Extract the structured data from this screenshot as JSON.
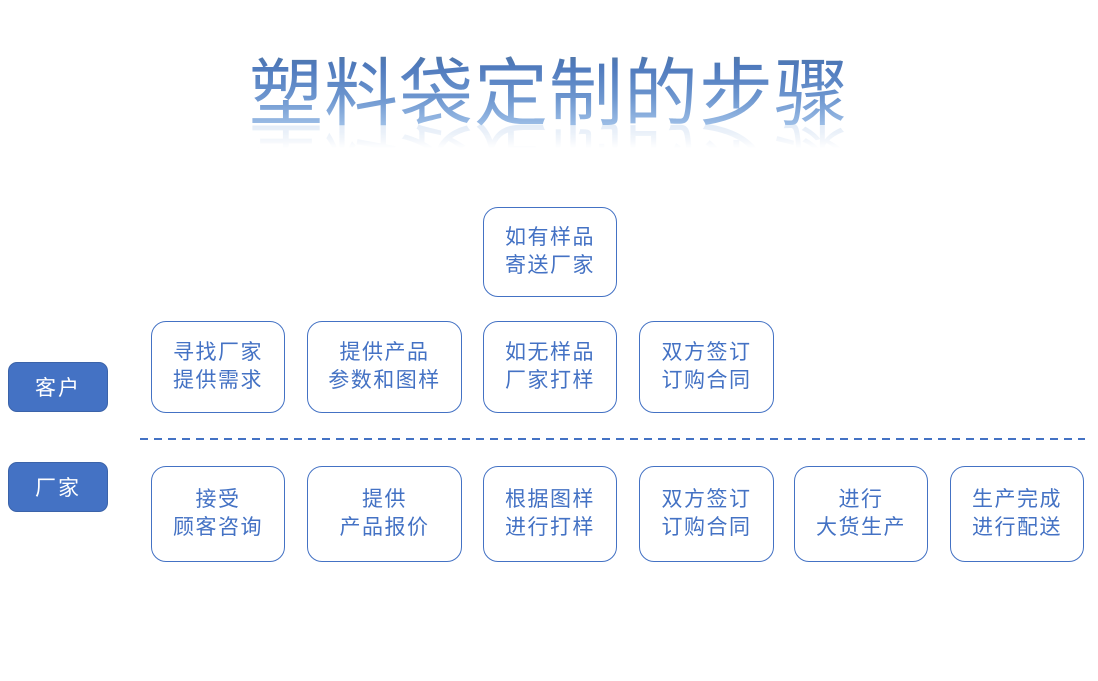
{
  "title": "塑料袋定制的步骤",
  "colors": {
    "accent": "#4472C4",
    "title_gradient_top": "#4E79BC",
    "title_gradient_bottom": "#A9C8EC",
    "lane_label_text": "#FFFFFF",
    "background": "#FFFFFF"
  },
  "lanes": {
    "customer": {
      "label": "客户"
    },
    "factory": {
      "label": "厂家"
    }
  },
  "customer_optional_step": {
    "line1": "如有样品",
    "line2": "寄送厂家"
  },
  "customer_steps": [
    {
      "line1": "寻找厂家",
      "line2": "提供需求"
    },
    {
      "line1": "提供产品",
      "line2": "参数和图样"
    },
    {
      "line1": "如无样品",
      "line2": "厂家打样"
    },
    {
      "line1": "双方签订",
      "line2": "订购合同"
    }
  ],
  "factory_steps": [
    {
      "line1": "接受",
      "line2": "顾客咨询"
    },
    {
      "line1": "提供",
      "line2": "产品报价"
    },
    {
      "line1": "根据图样",
      "line2": "进行打样"
    },
    {
      "line1": "双方签订",
      "line2": "订购合同"
    },
    {
      "line1": "进行",
      "line2": "大货生产"
    },
    {
      "line1": "生产完成",
      "line2": "进行配送"
    }
  ]
}
